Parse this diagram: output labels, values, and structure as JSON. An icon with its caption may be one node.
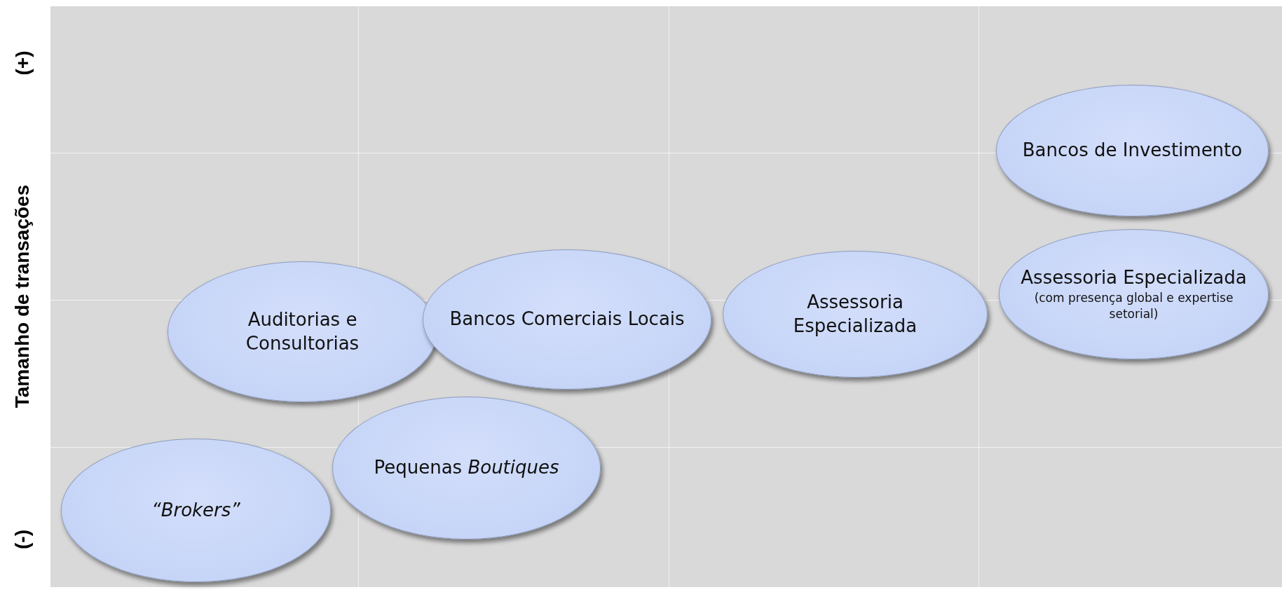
{
  "diagram": {
    "nodes": [
      {
        "text": [
          "Bancos de Investimento"
        ]
      },
      {
        "text": [
          "Assessoria Especializada",
          "(com presença global e expertise setorial)"
        ]
      },
      {
        "text": [
          "Auditorias e Consultorias"
        ]
      },
      {
        "text": [
          "Bancos Comerciais Locais"
        ]
      },
      {
        "text": [
          "Assessoria Especializada"
        ]
      },
      {
        "text": [
          "Pequenas *Boutiques*"
        ]
      },
      {
        "text": [
          "“Brokers”"
        ]
      }
    ],
    "labels": [
      "(+)",
      "Tamanho de transações",
      "(-)"
    ]
  }
}
